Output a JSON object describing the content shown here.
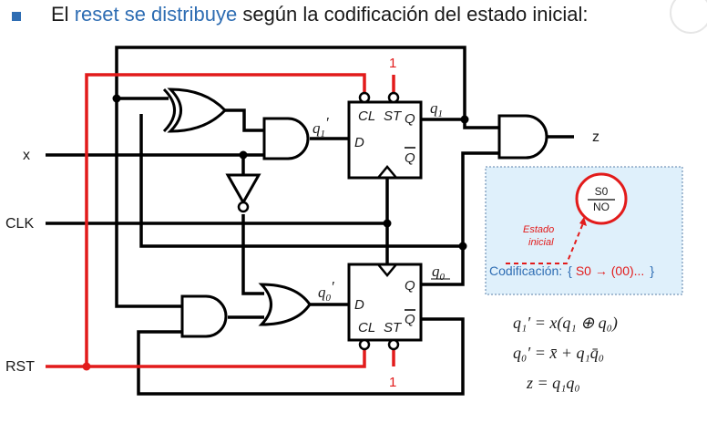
{
  "title": {
    "part1": "El ",
    "highlight": "reset se distribuye",
    "part2": " según la codificación del estado inicial:"
  },
  "inputs": {
    "x": "x",
    "clk": "CLK",
    "rst": "RST"
  },
  "output": "z",
  "constants": {
    "top": "1",
    "bottom": "1"
  },
  "ff1": {
    "cl": "CL",
    "st": "ST",
    "d": "D",
    "q": "Q",
    "qbar": "Q"
  },
  "ff0": {
    "cl": "CL",
    "st": "ST",
    "d": "D",
    "q": "Q",
    "qbar": "Q"
  },
  "nets": {
    "q1": "q",
    "q1_sub": "1",
    "q0": "q",
    "q0_sub": "0",
    "q1next": "q",
    "q1next_sub": "1",
    "q1next_prime": "′",
    "q0next": "q",
    "q0next_sub": "0",
    "q0next_prime": "′"
  },
  "state_box": {
    "state": "S0",
    "output": "NO",
    "initial_label_1": "Estado",
    "initial_label_2": "inicial",
    "codificacion_label": "Codificación:",
    "codificacion_open": "{",
    "codificacion_value": "S0 → (00)...",
    "codificacion_close": "}",
    "colors": {
      "background": "#dff0fb",
      "border": "#5a7fa8",
      "accent": "#e21b1b"
    }
  },
  "equations": {
    "eq1": "q₁′ = x(q₁ ⊕ q₀)",
    "eq2": "q₀′ = x̄ + q₁q̄₀",
    "eq3": "z = q₁q₀"
  }
}
